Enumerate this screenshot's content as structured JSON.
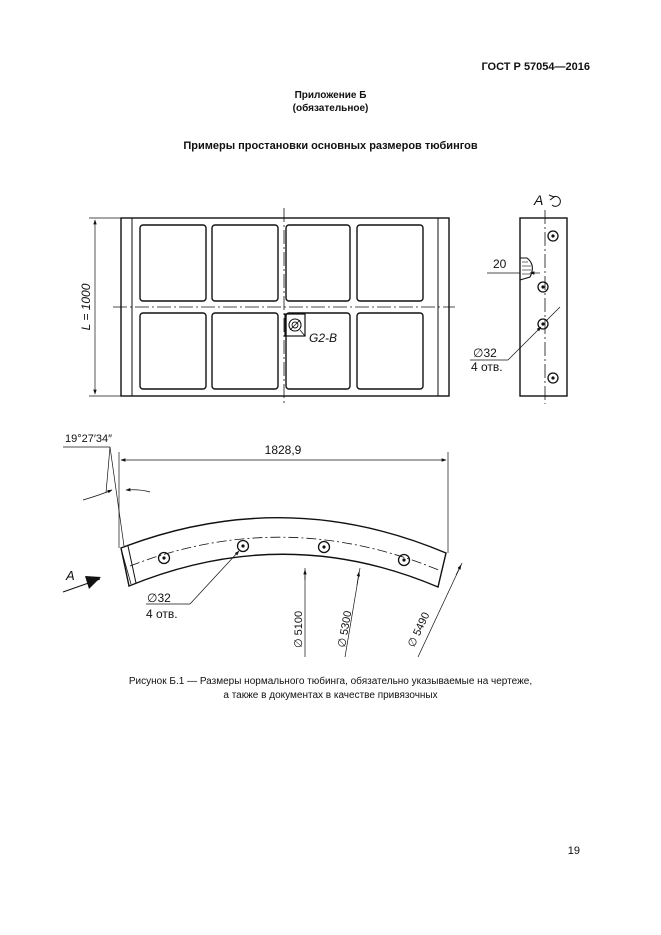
{
  "header": {
    "standard": "ГОСТ Р 57054—2016"
  },
  "annex": {
    "title": "Приложение Б",
    "status": "(обязательное)"
  },
  "section_title": "Примеры простановки основных размеров тюбингов",
  "drawing": {
    "length_label": "L = 1000",
    "marking_label": "G2-B",
    "view_label": "A",
    "offset_dim": "20",
    "side_hole_dia": "∅32",
    "side_hole_count": "4 отв.",
    "angle_label": "19°27′34″",
    "chord_label": "1828,9",
    "arc_hole_dia": "∅32",
    "arc_hole_count": "4 отв.",
    "arrow_label": "A",
    "dia_1": "∅ 5100",
    "dia_2": "∅ 5300",
    "dia_3": "∅ 5490"
  },
  "caption": {
    "line1": "Рисунок Б.1 — Размеры нормального тюбинга, обязательно указываемые на чертеже,",
    "line2": "а также в документах в качестве привязочных"
  },
  "page_number": "19"
}
